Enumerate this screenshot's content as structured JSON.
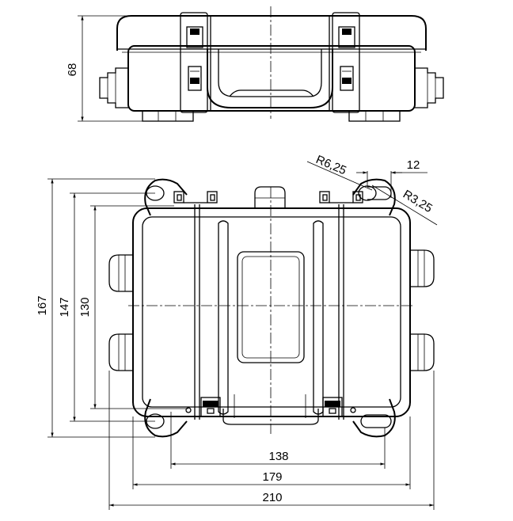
{
  "dimensions": {
    "height_side": "68",
    "height_outer": "167",
    "height_mid": "147",
    "height_inner": "130",
    "width_inner": "138",
    "width_mid": "179",
    "width_outer": "210",
    "radius_large": "R6,25",
    "radius_small": "R3,25",
    "slot_width": "12"
  }
}
